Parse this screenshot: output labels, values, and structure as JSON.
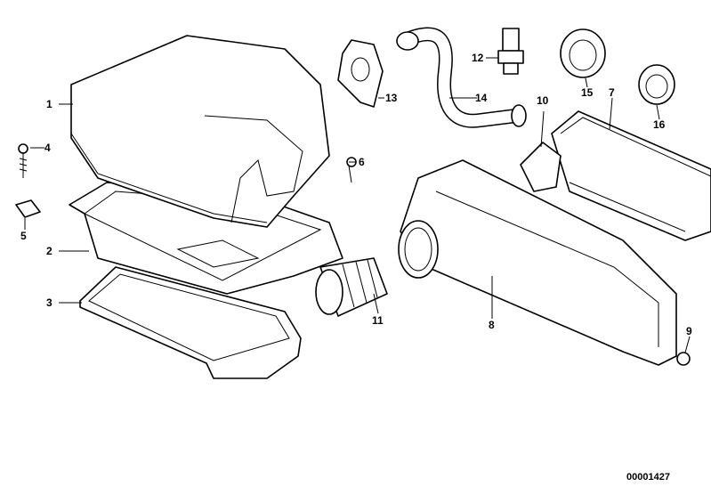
{
  "diagram": {
    "part_labels": [
      "1",
      "2",
      "3",
      "4",
      "5",
      "6",
      "7",
      "8",
      "9",
      "10",
      "11",
      "12",
      "13",
      "14",
      "15",
      "16"
    ],
    "drawing_code": "00001427"
  }
}
